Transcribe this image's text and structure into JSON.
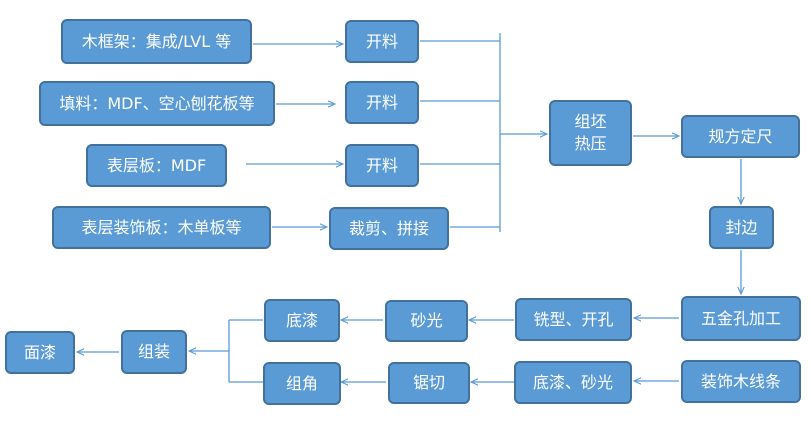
{
  "nodes": {
    "frame": "木框架：集成/LVL 等",
    "filler": "填料：MDF、空心刨花板等",
    "surface_board": "表层板：MDF",
    "veneer": "表层装饰板：木单板等",
    "cut1": "开料",
    "cut2": "开料",
    "cut3": "开料",
    "trim_splice": "裁剪、拼接",
    "assemble_press_line1": "组坯",
    "assemble_press_line2": "热压",
    "size": "规方定尺",
    "edge": "封边",
    "hardware_holes": "五金孔加工",
    "mill_drill": "铣型、开孔",
    "sand1": "砂光",
    "primer1": "底漆",
    "deco_molding": "装饰木线条",
    "primer_sand": "底漆、砂光",
    "saw_cut": "锯切",
    "corner": "组角",
    "assembly": "组装",
    "topcoat": "面漆"
  },
  "colors": {
    "box_fill": "#5b9bd5",
    "box_border": "#41719c",
    "text": "#ffffff",
    "arrow": "#5b9bd5"
  }
}
